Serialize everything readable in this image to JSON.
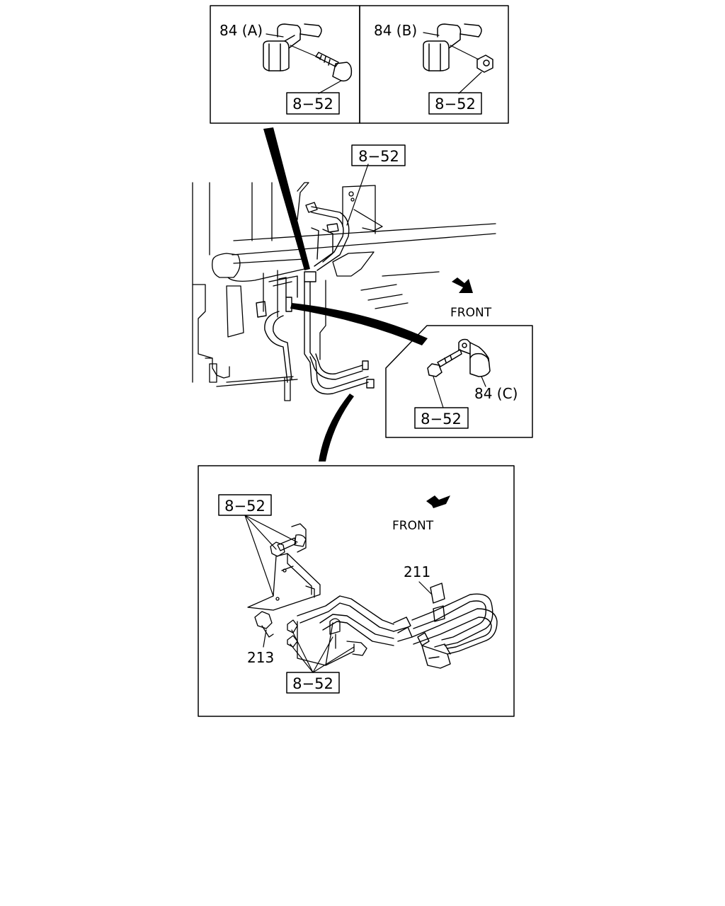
{
  "inset_a": {
    "part_label": "84 (A)",
    "ref_label": "8−52"
  },
  "inset_b": {
    "part_label": "84 (B)",
    "ref_label": "8−52"
  },
  "main_view": {
    "ref_label": "8−52",
    "front_label": "FRONT",
    "front_arrow_icon": "front-arrow-icon"
  },
  "inset_c": {
    "part_label": "84 (C)",
    "ref_label": "8−52"
  },
  "lower_detail": {
    "front_label": "FRONT",
    "ref_label_top": "8−52",
    "ref_label_bottom": "8−52",
    "part_211": "211",
    "part_213": "213"
  }
}
